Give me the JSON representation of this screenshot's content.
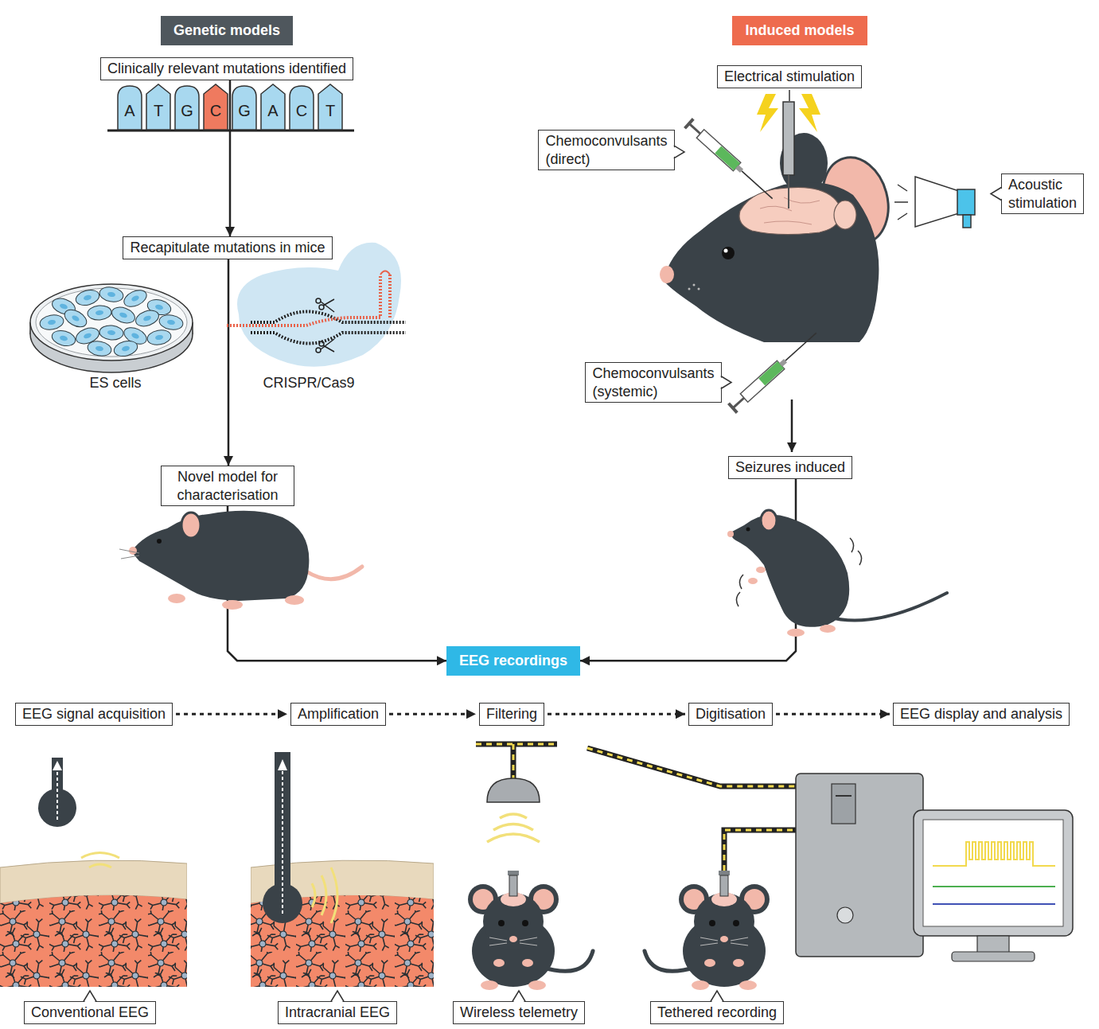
{
  "diagram": {
    "nodes": [
      {
        "text": [
          "Genetic models"
        ]
      },
      {
        "text": [
          "Clinically relevant mutations identified"
        ]
      },
      {
        "text": [
          "Recapitulate mutations in mice"
        ]
      },
      {
        "text": [
          "Novel model for characterisation"
        ]
      },
      {
        "text": [
          "Induced models"
        ]
      },
      {
        "text": [
          "Electrical stimulation"
        ]
      },
      {
        "text": [
          "Chemoconvulsants (direct)"
        ]
      },
      {
        "text": [
          "Acoustic stimulation"
        ]
      },
      {
        "text": [
          "Chemoconvulsants (systemic)"
        ]
      },
      {
        "text": [
          "Seizures induced"
        ]
      },
      {
        "text": [
          "EEG recordings"
        ]
      },
      {
        "text": [
          "EEG signal acquisition"
        ]
      },
      {
        "text": [
          "Amplification"
        ]
      },
      {
        "text": [
          "Filtering"
        ]
      },
      {
        "text": [
          "Digitisation"
        ]
      },
      {
        "text": [
          "EEG display and analysis"
        ]
      },
      {
        "text": [
          "Conventional EEG"
        ]
      },
      {
        "text": [
          "Intracranial EEG"
        ]
      },
      {
        "text": [
          "Wireless telemetry"
        ]
      },
      {
        "text": [
          "Tethered recording"
        ]
      }
    ],
    "edges": [
      {
        "from": 1,
        "to": 2,
        "arrow": "to"
      },
      {
        "from": 2,
        "to": 3,
        "arrow": "to"
      },
      {
        "from": 3,
        "to": 10,
        "arrow": "to"
      },
      {
        "from": 9,
        "to": 10,
        "arrow": "to"
      },
      {
        "from": 11,
        "to": 12,
        "arrow": "to"
      },
      {
        "from": 12,
        "to": 13,
        "arrow": "to"
      },
      {
        "from": 13,
        "to": 14,
        "arrow": "to"
      },
      {
        "from": 14,
        "to": 15,
        "arrow": "to"
      }
    ],
    "labels": [
      "A",
      "T",
      "G",
      "C",
      "G",
      "A",
      "C",
      "T",
      "ES cells",
      "CRISPR/Cas9"
    ]
  }
}
